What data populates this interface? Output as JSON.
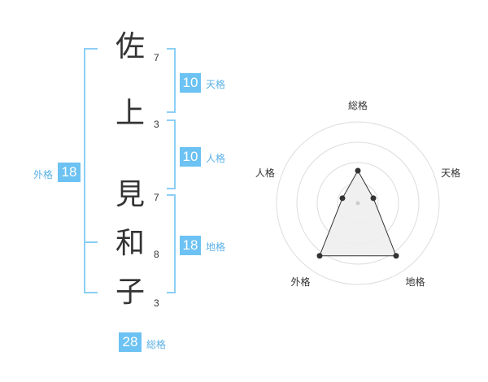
{
  "name": {
    "chars": [
      {
        "char": "佐",
        "strokes": "7"
      },
      {
        "char": "上",
        "strokes": "3"
      },
      {
        "char": "見",
        "strokes": "7"
      },
      {
        "char": "和",
        "strokes": "8"
      },
      {
        "char": "子",
        "strokes": "3"
      }
    ]
  },
  "fortunes": {
    "tenkaku": {
      "value": "10",
      "label": "天格"
    },
    "jinkaku": {
      "value": "10",
      "label": "人格"
    },
    "chikaku": {
      "value": "18",
      "label": "地格"
    },
    "gaikaku": {
      "value": "18",
      "label": "外格"
    },
    "soukaku": {
      "value": "28",
      "label": "総格"
    }
  },
  "colors": {
    "accent": "#6cc2f2",
    "bracket": "#8ccff5",
    "label": "#5ab0e6",
    "text": "#333333",
    "ring": "#dddddd",
    "fill": "#eeeeee",
    "line": "#333333"
  },
  "chart_data": {
    "type": "radar",
    "axes": [
      "総格",
      "天格",
      "地格",
      "外格",
      "人格"
    ],
    "values": [
      2,
      1,
      4,
      4,
      1
    ],
    "max": 5,
    "rings": 4
  }
}
